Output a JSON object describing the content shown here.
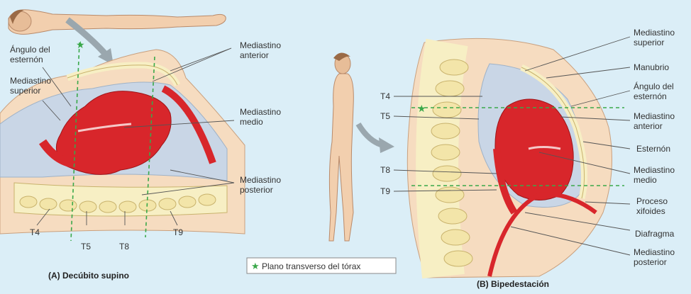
{
  "panel_a": {
    "caption": "(A) Decúbito supino",
    "labels": {
      "angulo": [
        "Ángulo del",
        "esternón"
      ],
      "med_sup": [
        "Mediastino",
        "superior"
      ],
      "med_ant": [
        "Mediastino",
        "anterior"
      ],
      "med_medio": [
        "Mediastino",
        "medio"
      ],
      "med_post": [
        "Mediastino",
        "posterior"
      ]
    },
    "vertebrae": [
      "T4",
      "T5",
      "T8",
      "T9"
    ]
  },
  "panel_b": {
    "caption": "(B) Bipedestación",
    "labels": {
      "med_sup": [
        "Mediastino",
        "superior"
      ],
      "manubrio": [
        "Manubrio"
      ],
      "angulo": [
        "Ángulo del",
        "esternón"
      ],
      "med_ant": [
        "Mediastino",
        "anterior"
      ],
      "esternon": [
        "Esternón"
      ],
      "med_medio": [
        "Mediastino",
        "medio"
      ],
      "proceso": [
        "Proceso",
        "xifoides"
      ],
      "diafragma": [
        "Diafragma"
      ],
      "med_post": [
        "Mediastino",
        "posterior"
      ]
    },
    "vertebrae": [
      "T4",
      "T5",
      "T8",
      "T9"
    ]
  },
  "legend": {
    "star": "★",
    "text": "Plano transverso del tórax"
  },
  "colors": {
    "background": "#dbeef7",
    "heart": "#d8262b",
    "tissue": "#f6dcc0",
    "skin": "#f2cfae",
    "bone": "#f7efc4",
    "plane": "#3aa84a"
  }
}
